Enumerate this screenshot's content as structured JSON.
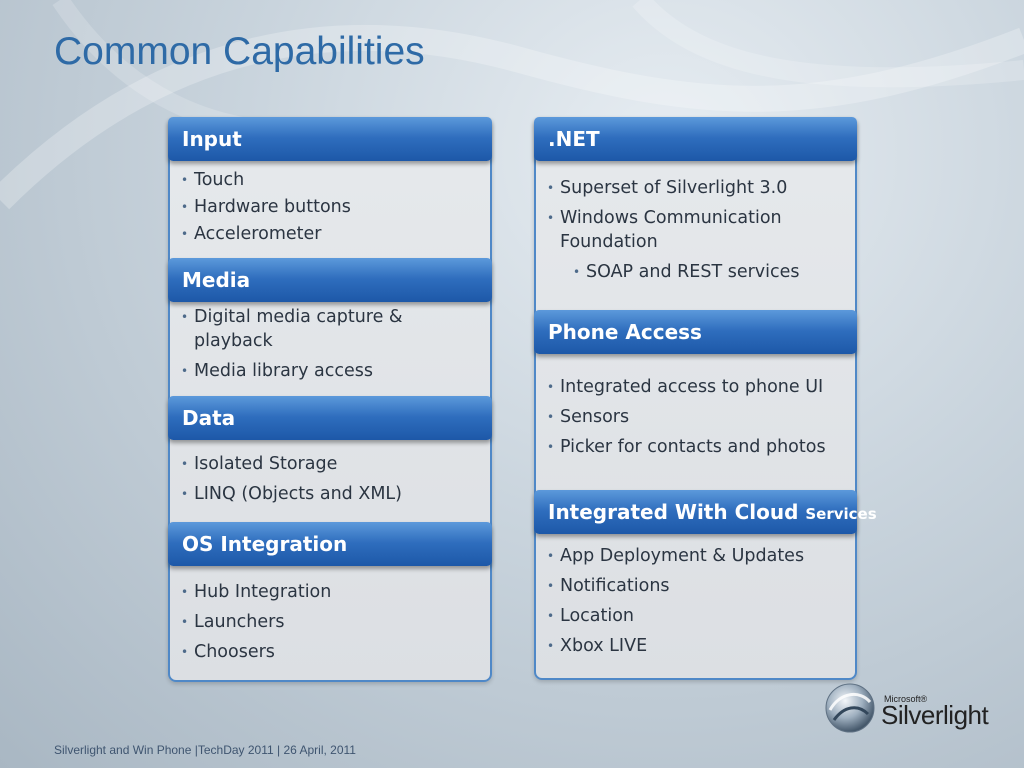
{
  "slide": {
    "title": "Common Capabilities",
    "footer": "Silverlight  and Win Phone |TechDay 2011 |  26 April, 2011"
  },
  "left_column": {
    "sections": [
      {
        "header": "Input",
        "items": [
          "Touch",
          "Hardware buttons",
          "Accelerometer"
        ]
      },
      {
        "header": "Media",
        "items": [
          "Digital media capture & playback",
          "Media library access"
        ]
      },
      {
        "header": "Data",
        "items": [
          "Isolated Storage",
          "LINQ (Objects and XML)"
        ]
      },
      {
        "header": "OS Integration",
        "items": [
          "Hub Integration",
          "Launchers",
          "Choosers"
        ]
      }
    ]
  },
  "right_column": {
    "sections": [
      {
        "header": ".NET",
        "items": [
          "Superset of Silverlight 3.0",
          "Windows Communication Foundation"
        ],
        "subitems": [
          "SOAP and REST services"
        ]
      },
      {
        "header": "Phone Access",
        "items": [
          "Integrated access to phone UI",
          "Sensors",
          "Picker for contacts and photos"
        ]
      },
      {
        "header": "Integrated With Cloud",
        "header_small": "Services",
        "items": [
          "App Deployment & Updates",
          "Notifications",
          "Location",
          "Xbox LIVE"
        ]
      }
    ]
  },
  "logo": {
    "brand_small": "Microsoft®",
    "brand": "Silverlight",
    "icon": "silverlight-logo-icon"
  },
  "colors": {
    "title": "#2e6aa6",
    "header_fill": "#2e6dbd",
    "border": "#4f88c7"
  }
}
